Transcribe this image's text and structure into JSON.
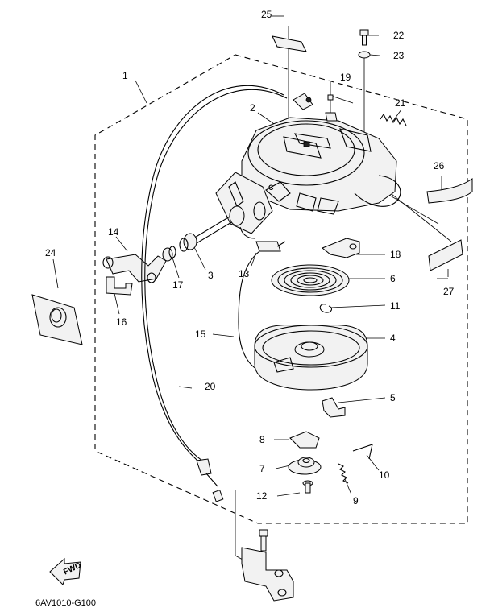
{
  "callouts": {
    "c1": "1",
    "c2": "2",
    "c3": "3",
    "c4": "4",
    "c5": "5",
    "c6": "6",
    "c7": "7",
    "c8": "8",
    "c9": "9",
    "c10": "10",
    "c11": "11",
    "c12": "12",
    "c13": "13",
    "c14": "14",
    "c15": "15",
    "c16": "16",
    "c17": "17",
    "c18": "18",
    "c19": "19",
    "c20": "20",
    "c21": "21",
    "c22": "22",
    "c23": "23",
    "c24": "24",
    "c25": "25",
    "c26": "26",
    "c27": "27"
  },
  "fwd_label": "FWD",
  "figure_code": "6AV1010-G100",
  "ring_letter": "C"
}
